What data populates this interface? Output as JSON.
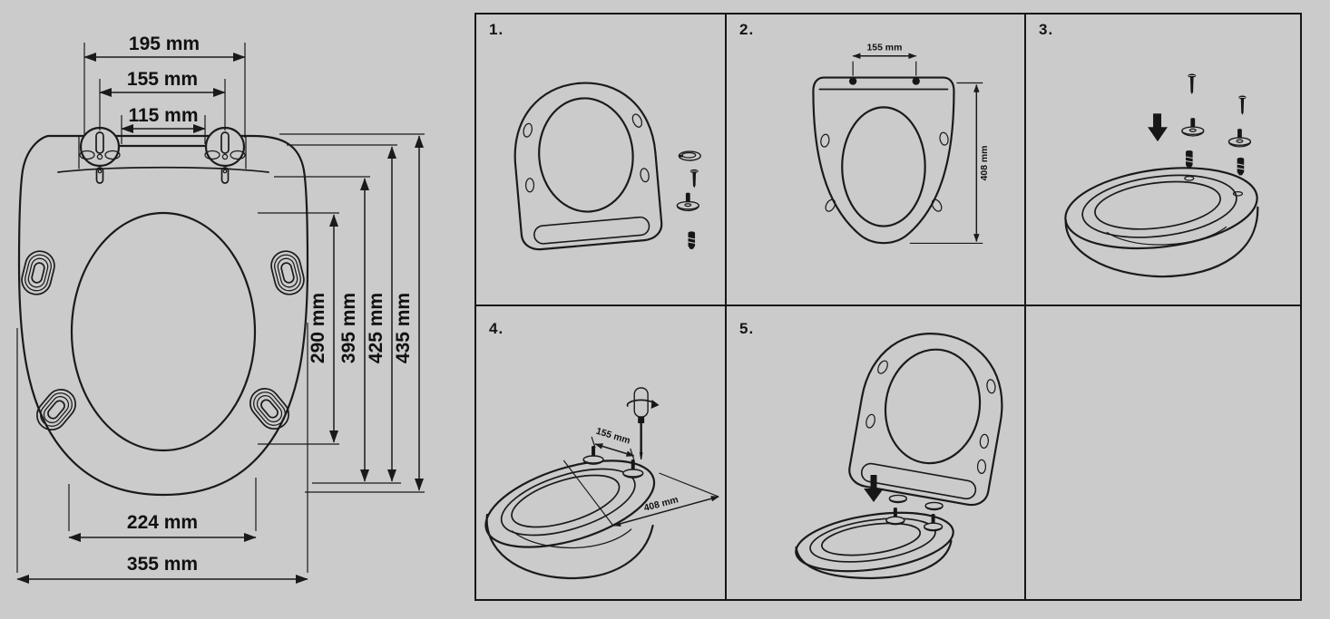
{
  "colors": {
    "background": "#cbcbcb",
    "line": "#1a1a1a"
  },
  "main_drawing": {
    "dimensions": {
      "d195": "195 mm",
      "d155": "155 mm",
      "d115": "115 mm",
      "d290": "290 mm",
      "d395": "395 mm",
      "d425": "425 mm",
      "d435": "435 mm",
      "d224": "224 mm",
      "d355": "355 mm"
    }
  },
  "steps": [
    {
      "label": "1."
    },
    {
      "label": "2.",
      "dim_width": "155 mm",
      "dim_height": "408 mm"
    },
    {
      "label": "3."
    },
    {
      "label": "4.",
      "dim_width": "155 mm",
      "dim_depth": "408 mm"
    },
    {
      "label": "5."
    },
    {
      "label": ""
    }
  ]
}
